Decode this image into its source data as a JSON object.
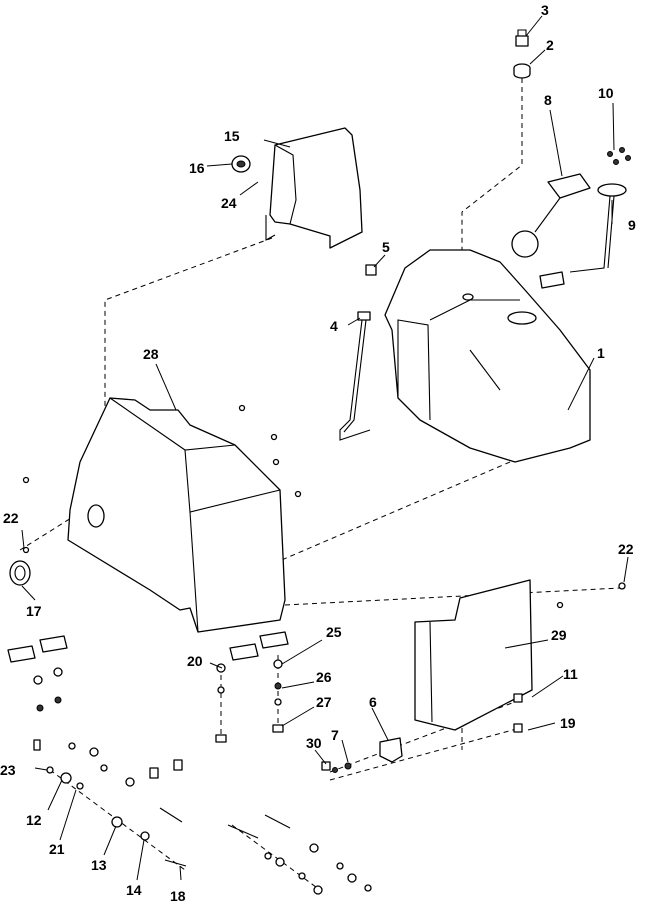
{
  "callouts": [
    {
      "id": "c1",
      "label": "1"
    },
    {
      "id": "c2",
      "label": "2"
    },
    {
      "id": "c3",
      "label": "3"
    },
    {
      "id": "c4",
      "label": "4"
    },
    {
      "id": "c5",
      "label": "5"
    },
    {
      "id": "c6",
      "label": "6"
    },
    {
      "id": "c7",
      "label": "7"
    },
    {
      "id": "c8",
      "label": "8"
    },
    {
      "id": "c9",
      "label": "9"
    },
    {
      "id": "c10",
      "label": "10"
    },
    {
      "id": "c11",
      "label": "11"
    },
    {
      "id": "c12",
      "label": "12"
    },
    {
      "id": "c13",
      "label": "13"
    },
    {
      "id": "c14",
      "label": "14"
    },
    {
      "id": "c15",
      "label": "15"
    },
    {
      "id": "c16",
      "label": "16"
    },
    {
      "id": "c17",
      "label": "17"
    },
    {
      "id": "c18",
      "label": "18"
    },
    {
      "id": "c19",
      "label": "19"
    },
    {
      "id": "c20",
      "label": "20"
    },
    {
      "id": "c21",
      "label": "21"
    },
    {
      "id": "c22a",
      "label": "22"
    },
    {
      "id": "c22b",
      "label": "22"
    },
    {
      "id": "c23",
      "label": "23"
    },
    {
      "id": "c24",
      "label": "24"
    },
    {
      "id": "c25",
      "label": "25"
    },
    {
      "id": "c26",
      "label": "26"
    },
    {
      "id": "c27",
      "label": "27"
    },
    {
      "id": "c28",
      "label": "28"
    },
    {
      "id": "c29",
      "label": "29"
    },
    {
      "id": "c30",
      "label": "30"
    }
  ]
}
